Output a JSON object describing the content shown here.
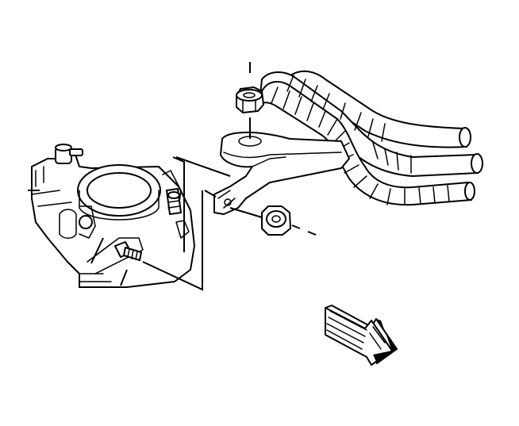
{
  "figure": {
    "components": [
      "throttle-body",
      "nut",
      "bracket",
      "hoses",
      "stud",
      "direction-arrow"
    ],
    "arrow_style": "hatched-3d"
  }
}
